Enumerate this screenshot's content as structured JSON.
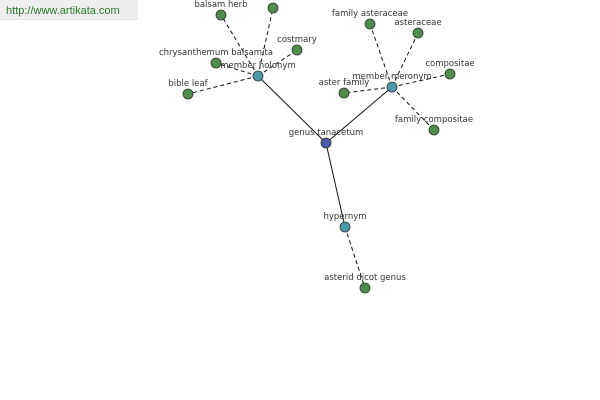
{
  "source_url": "http://www.artikata.com",
  "colors": {
    "center": "#4a5aa8",
    "relation": "#4a9aa8",
    "leaf": "#4e8e4a"
  },
  "graph": {
    "nodes": [
      {
        "id": "genus",
        "label": "genus tanacetum",
        "kind": "center"
      },
      {
        "id": "holonym",
        "label": "member holonym",
        "kind": "relation"
      },
      {
        "id": "meronym",
        "label": "member meronym",
        "kind": "relation"
      },
      {
        "id": "hypernym",
        "label": "hypernym",
        "kind": "relation"
      },
      {
        "id": "balsam",
        "label": "balsam herb",
        "kind": "leaf"
      },
      {
        "id": "unlabeled",
        "label": "",
        "kind": "leaf"
      },
      {
        "id": "costmary",
        "label": "costmary",
        "kind": "leaf"
      },
      {
        "id": "chrys",
        "label": "chrysanthemum balsamita",
        "kind": "leaf"
      },
      {
        "id": "bible",
        "label": "bible leaf",
        "kind": "leaf"
      },
      {
        "id": "famast",
        "label": "family asteraceae",
        "kind": "leaf"
      },
      {
        "id": "ast",
        "label": "asteraceae",
        "kind": "leaf"
      },
      {
        "id": "comp",
        "label": "compositae",
        "kind": "leaf"
      },
      {
        "id": "asterfam",
        "label": "aster family",
        "kind": "leaf"
      },
      {
        "id": "famcomp",
        "label": "family compositae",
        "kind": "leaf"
      },
      {
        "id": "dicot",
        "label": "asterid dicot genus",
        "kind": "leaf"
      }
    ],
    "edges": [
      {
        "from": "genus",
        "to": "holonym",
        "style": "solid"
      },
      {
        "from": "genus",
        "to": "meronym",
        "style": "solid"
      },
      {
        "from": "genus",
        "to": "hypernym",
        "style": "solid"
      },
      {
        "from": "holonym",
        "to": "balsam",
        "style": "dashed"
      },
      {
        "from": "holonym",
        "to": "unlabeled",
        "style": "dashed"
      },
      {
        "from": "holonym",
        "to": "costmary",
        "style": "dashed"
      },
      {
        "from": "holonym",
        "to": "chrys",
        "style": "dashed"
      },
      {
        "from": "holonym",
        "to": "bible",
        "style": "dashed"
      },
      {
        "from": "meronym",
        "to": "famast",
        "style": "dashed"
      },
      {
        "from": "meronym",
        "to": "ast",
        "style": "dashed"
      },
      {
        "from": "meronym",
        "to": "comp",
        "style": "dashed"
      },
      {
        "from": "meronym",
        "to": "asterfam",
        "style": "dashed"
      },
      {
        "from": "meronym",
        "to": "famcomp",
        "style": "dashed"
      },
      {
        "from": "hypernym",
        "to": "dicot",
        "style": "dashed"
      }
    ]
  }
}
